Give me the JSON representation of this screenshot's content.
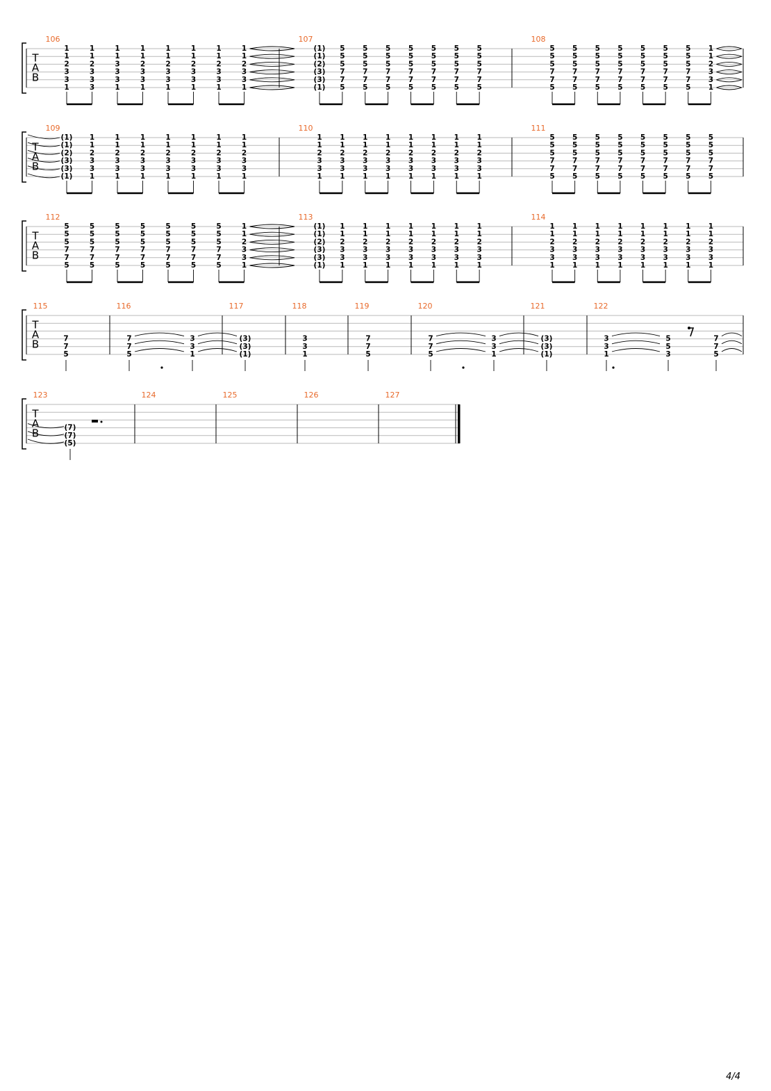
{
  "page": {
    "number": "4/4"
  },
  "clef": [
    "T",
    "A",
    "B"
  ],
  "colors": {
    "measure_number": "#e8692a",
    "staff_line": "#b9b9b9",
    "ink": "#000000"
  },
  "systems": [
    {
      "measures": [
        {
          "number": "106",
          "chords": [
            [
              "1",
              "1",
              "2",
              "3",
              "3",
              "1"
            ],
            [
              "1",
              "1",
              "2",
              "3",
              "3",
              "3"
            ],
            [
              "1",
              "1",
              "3",
              "3",
              "3",
              "1"
            ],
            [
              "1",
              "1",
              "2",
              "3",
              "3",
              "1"
            ],
            [
              "1",
              "1",
              "2",
              "3",
              "3",
              "1"
            ],
            [
              "1",
              "1",
              "2",
              "3",
              "3",
              "1"
            ],
            [
              "1",
              "1",
              "2",
              "3",
              "3",
              "1"
            ],
            [
              "1",
              "1",
              "2",
              "3",
              "3",
              "1"
            ]
          ],
          "tie_out": true
        },
        {
          "number": "107",
          "chords": [
            [
              "(1)",
              "(1)",
              "(2)",
              "(3)",
              "(3)",
              "(1)"
            ],
            [
              "5",
              "5",
              "5",
              "7",
              "7",
              "5"
            ],
            [
              "5",
              "5",
              "5",
              "7",
              "7",
              "5"
            ],
            [
              "5",
              "5",
              "5",
              "7",
              "7",
              "5"
            ],
            [
              "5",
              "5",
              "5",
              "7",
              "7",
              "5"
            ],
            [
              "5",
              "5",
              "5",
              "7",
              "7",
              "5"
            ],
            [
              "5",
              "5",
              "5",
              "7",
              "7",
              "5"
            ],
            [
              "5",
              "5",
              "5",
              "7",
              "7",
              "5"
            ]
          ]
        },
        {
          "number": "108",
          "chords": [
            [
              "5",
              "5",
              "5",
              "7",
              "7",
              "5"
            ],
            [
              "5",
              "5",
              "5",
              "7",
              "7",
              "5"
            ],
            [
              "5",
              "5",
              "5",
              "7",
              "7",
              "5"
            ],
            [
              "5",
              "5",
              "5",
              "7",
              "7",
              "5"
            ],
            [
              "5",
              "5",
              "5",
              "7",
              "7",
              "5"
            ],
            [
              "5",
              "5",
              "5",
              "7",
              "7",
              "5"
            ],
            [
              "5",
              "5",
              "5",
              "7",
              "7",
              "5"
            ],
            [
              "1",
              "1",
              "2",
              "3",
              "3",
              "1"
            ]
          ],
          "tie_out": true
        }
      ]
    },
    {
      "measures": [
        {
          "number": "109",
          "tie_in": true,
          "chords": [
            [
              "(1)",
              "(1)",
              "(2)",
              "(3)",
              "(3)",
              "(1)"
            ],
            [
              "1",
              "1",
              "2",
              "3",
              "3",
              "1"
            ],
            [
              "1",
              "1",
              "2",
              "3",
              "3",
              "1"
            ],
            [
              "1",
              "1",
              "2",
              "3",
              "3",
              "1"
            ],
            [
              "1",
              "1",
              "2",
              "3",
              "3",
              "1"
            ],
            [
              "1",
              "1",
              "2",
              "3",
              "3",
              "1"
            ],
            [
              "1",
              "1",
              "2",
              "3",
              "3",
              "1"
            ],
            [
              "1",
              "1",
              "2",
              "3",
              "3",
              "1"
            ]
          ]
        },
        {
          "number": "110",
          "chords": [
            [
              "1",
              "1",
              "2",
              "3",
              "3",
              "1"
            ],
            [
              "1",
              "1",
              "2",
              "3",
              "3",
              "1"
            ],
            [
              "1",
              "1",
              "2",
              "3",
              "3",
              "1"
            ],
            [
              "1",
              "1",
              "2",
              "3",
              "3",
              "1"
            ],
            [
              "1",
              "1",
              "2",
              "3",
              "3",
              "1"
            ],
            [
              "1",
              "1",
              "2",
              "3",
              "3",
              "1"
            ],
            [
              "1",
              "1",
              "2",
              "3",
              "3",
              "1"
            ],
            [
              "1",
              "1",
              "2",
              "3",
              "3",
              "1"
            ]
          ]
        },
        {
          "number": "111",
          "chords": [
            [
              "5",
              "5",
              "5",
              "7",
              "7",
              "5"
            ],
            [
              "5",
              "5",
              "5",
              "7",
              "7",
              "5"
            ],
            [
              "5",
              "5",
              "5",
              "7",
              "7",
              "5"
            ],
            [
              "5",
              "5",
              "5",
              "7",
              "7",
              "5"
            ],
            [
              "5",
              "5",
              "5",
              "7",
              "7",
              "5"
            ],
            [
              "5",
              "5",
              "5",
              "7",
              "7",
              "5"
            ],
            [
              "5",
              "5",
              "5",
              "7",
              "7",
              "5"
            ],
            [
              "5",
              "5",
              "5",
              "7",
              "7",
              "5"
            ]
          ]
        }
      ]
    },
    {
      "measures": [
        {
          "number": "112",
          "chords": [
            [
              "5",
              "5",
              "5",
              "7",
              "7",
              "5"
            ],
            [
              "5",
              "5",
              "5",
              "7",
              "7",
              "5"
            ],
            [
              "5",
              "5",
              "5",
              "7",
              "7",
              "5"
            ],
            [
              "5",
              "5",
              "5",
              "7",
              "7",
              "5"
            ],
            [
              "5",
              "5",
              "5",
              "7",
              "7",
              "5"
            ],
            [
              "5",
              "5",
              "5",
              "7",
              "7",
              "5"
            ],
            [
              "5",
              "5",
              "5",
              "7",
              "7",
              "5"
            ],
            [
              "1",
              "1",
              "2",
              "3",
              "3",
              "1"
            ]
          ],
          "tie_out": true
        },
        {
          "number": "113",
          "chords": [
            [
              "(1)",
              "(1)",
              "(2)",
              "(3)",
              "(3)",
              "(1)"
            ],
            [
              "1",
              "1",
              "2",
              "3",
              "3",
              "1"
            ],
            [
              "1",
              "1",
              "2",
              "3",
              "3",
              "1"
            ],
            [
              "1",
              "1",
              "2",
              "3",
              "3",
              "1"
            ],
            [
              "1",
              "1",
              "2",
              "3",
              "3",
              "1"
            ],
            [
              "1",
              "1",
              "2",
              "3",
              "3",
              "1"
            ],
            [
              "1",
              "1",
              "2",
              "3",
              "3",
              "1"
            ],
            [
              "1",
              "1",
              "2",
              "3",
              "3",
              "1"
            ]
          ]
        },
        {
          "number": "114",
          "chords": [
            [
              "1",
              "1",
              "2",
              "3",
              "3",
              "1"
            ],
            [
              "1",
              "1",
              "2",
              "3",
              "3",
              "1"
            ],
            [
              "1",
              "1",
              "2",
              "3",
              "3",
              "1"
            ],
            [
              "1",
              "1",
              "2",
              "3",
              "3",
              "1"
            ],
            [
              "1",
              "1",
              "2",
              "3",
              "3",
              "1"
            ],
            [
              "1",
              "1",
              "2",
              "3",
              "3",
              "1"
            ],
            [
              "1",
              "1",
              "2",
              "3",
              "3",
              "1"
            ],
            [
              "1",
              "1",
              "2",
              "3",
              "3",
              "1"
            ]
          ]
        }
      ]
    },
    {
      "measures": [
        {
          "number": "115",
          "notes": [
            {
              "frets": [
                "7",
                "7",
                "5"
              ],
              "tie": false
            }
          ]
        },
        {
          "number": "116",
          "notes": [
            {
              "frets": [
                "7",
                "7",
                "5"
              ],
              "tie": true
            },
            {
              "frets": [
                "3",
                "3",
                "1"
              ],
              "tie": true
            }
          ]
        },
        {
          "number": "117",
          "notes": [
            {
              "frets": [
                "(3)",
                "(3)",
                "(1)"
              ],
              "tie": false
            }
          ]
        },
        {
          "number": "118",
          "notes": [
            {
              "frets": [
                "3",
                "3",
                "1"
              ],
              "tie": false
            }
          ]
        },
        {
          "number": "119",
          "notes": [
            {
              "frets": [
                "7",
                "7",
                "5"
              ],
              "tie": false
            }
          ]
        },
        {
          "number": "120",
          "notes": [
            {
              "frets": [
                "7",
                "7",
                "5"
              ],
              "tie": true
            },
            {
              "frets": [
                "3",
                "3",
                "1"
              ],
              "tie": true
            }
          ]
        },
        {
          "number": "121",
          "notes": [
            {
              "frets": [
                "(3)",
                "(3)",
                "(1)"
              ],
              "tie": false
            }
          ]
        },
        {
          "number": "122",
          "notes": [
            {
              "frets": [
                "3",
                "3",
                "1"
              ],
              "tie": true
            },
            {
              "frets": [
                "5",
                "5",
                "3"
              ],
              "tie": false
            },
            {
              "frets": [
                "7",
                "7",
                "5"
              ],
              "tie": true
            }
          ]
        }
      ]
    },
    {
      "measures": [
        {
          "number": "123",
          "notes": [
            {
              "frets": [
                "(7)",
                "(7)",
                "(5)"
              ],
              "tie": false
            }
          ]
        },
        {
          "number": "124"
        },
        {
          "number": "125"
        },
        {
          "number": "126"
        },
        {
          "number": "127"
        }
      ]
    }
  ]
}
